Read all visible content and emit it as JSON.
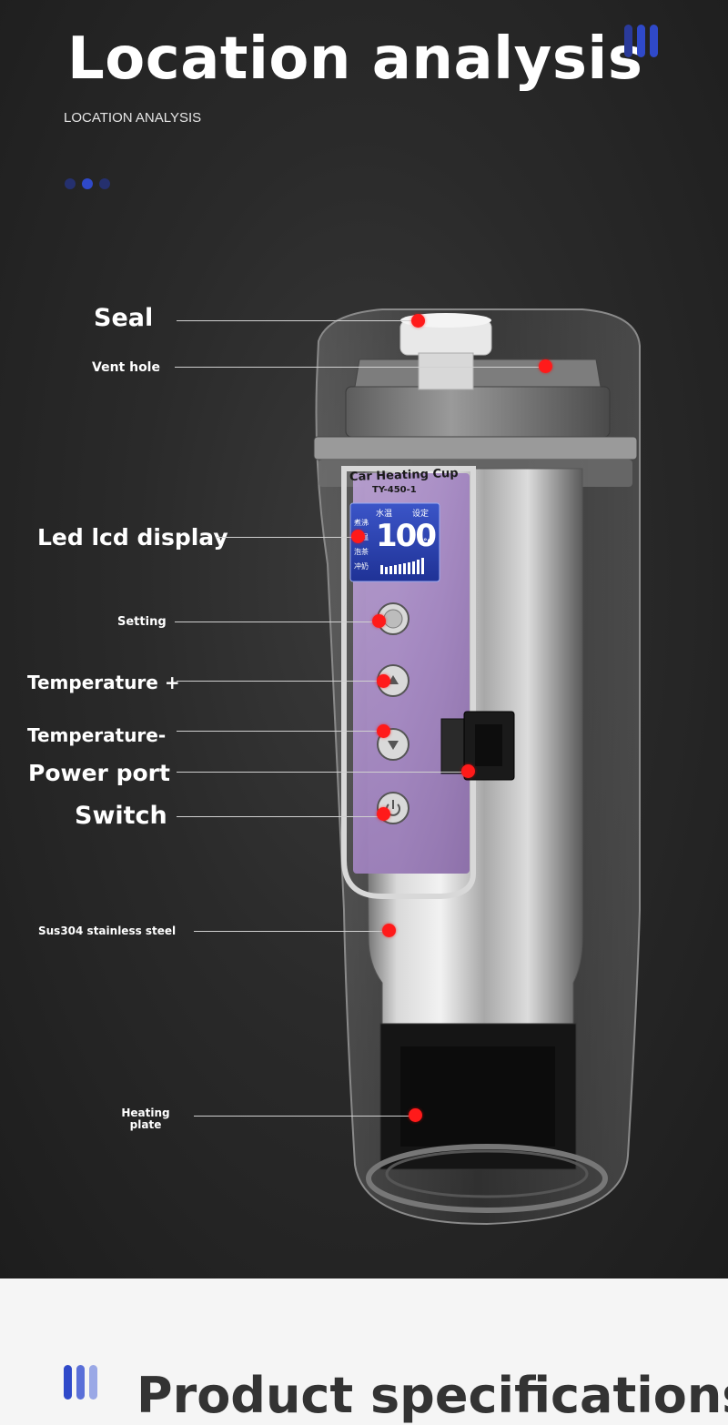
{
  "header": {
    "title": "Location analysis",
    "subtitle": "LOCATION ANALYSIS"
  },
  "product": {
    "brand_label": "Car Heating Cup",
    "model": "TY-450-1",
    "lcd": {
      "top_left": "水温",
      "top_right": "设定",
      "modes": [
        "煮沸",
        "保温",
        "泡茶",
        "冲奶"
      ],
      "value": "100",
      "unit": "°C"
    }
  },
  "callouts": {
    "seal": "Seal",
    "vent_hole": "Vent hole",
    "led_lcd_display": "Led lcd display",
    "setting": "Setting",
    "temperature_plus": "Temperature +",
    "temperature_minus": "Temperature-",
    "power_port": "Power port",
    "switch": "Switch",
    "sus304": "Sus304 stainless steel",
    "heating_plate_line1": "Heating",
    "heating_plate_line2": "plate"
  },
  "footer": {
    "title": "Product specifications"
  },
  "colors": {
    "accent_blue": "#2f49c9",
    "accent_blue_light": "#7d8ee0",
    "marker_red": "#ff1a1a",
    "panel_purple": "#a98bc4"
  }
}
